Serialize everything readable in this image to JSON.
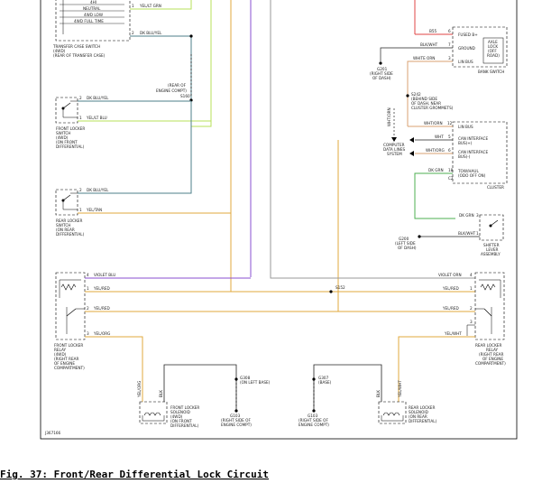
{
  "caption": "Fig. 37: Front/Rear Differential Lock Circuit",
  "ref_code": "J367166",
  "colors": {
    "yel_grn": "#b7e05a",
    "dkblu_yel": "#4e7f8a",
    "violet_blu": "#8a4fd0",
    "yel_red": "#e2a93c",
    "dkgrn": "#4caf50",
    "red": "#e04444",
    "wht_org": "#d8a070",
    "blk": "#222222",
    "gray": "#9a9a9a"
  },
  "texts": {
    "sw_2wd_4hi": "4HI",
    "sw_neutral": "NEUTRAL",
    "sw_4wd_low": "4WD LOW",
    "sw_4wd_full": "4WD FULL TIME",
    "tc_switch": "TRANSFER CASE SWITCH",
    "tc_4wd": "(4WD)",
    "tc_rear": "(REAR OF TRANSFER CASE)",
    "pin1_tc": "1",
    "w_yelgrn": "YEL/LT GRN",
    "pin2_tc": "2",
    "w_dkbluyel": "DK BLU/YEL",
    "rear_eng": "(REAR OF",
    "rear_eng2": "ENGINE COMPT)",
    "s_code": "S160",
    "fl_pin2": "2",
    "fl_w_dkblu": "DK BLU/YEL",
    "fl_pin1": "1",
    "fl_w_yelblu": "YEL/LT BLU",
    "fl_1": "FRONT LOCKER",
    "fl_2": "SWITCH",
    "fl_3": "(4WD)",
    "fl_4": "(ON FRONT",
    "fl_5": "DIFFERENTIAL)",
    "rl_pin2": "2",
    "rl_w_dkblu": "DK BLU/YEL",
    "rl_pin1": "1",
    "rl_w_yeltan": "YEL/TAN",
    "rl_1": "REAR LOCKER",
    "rl_2": "SWITCH",
    "rl_3": "(ON REAR",
    "rl_4": "DIFFERENTIAL)",
    "fr_p4": "4",
    "fr_w_violet": "VIOLET BLU",
    "fr_p1": "1",
    "fr_w_yelred1": "YEL/RED",
    "fr_p2": "2",
    "fr_w_yelred2": "YEL/RED",
    "fr_p3": "3",
    "fr_w_yelorg": "YEL/ORG",
    "fr_1": "FRONT LOCKER",
    "fr_2": "RELAY",
    "fr_3": "(4WD)",
    "fr_4": "(RIGHT REAR",
    "fr_5": "OF ENGINE",
    "fr_6": "COMPARTMENT)",
    "splice": "S152",
    "rr_w_violet": "VIOLET ORN",
    "rr_p4": "4",
    "rr_w_yelred1": "YEL/RED",
    "rr_p1": "1",
    "rr_w_yelred2": "YEL/RED",
    "rr_p2": "2",
    "rr_p3": "3",
    "rr_w_yelwht": "YEL/WHT",
    "rr_1": "REAR LOCKER",
    "rr_2": "RELAY",
    "rr_3": "(RIGHT REAR",
    "rr_4": "OF ENGINE",
    "rr_5": "COMPARTMENT)",
    "fs_w_yelorg": "YEL/ORG",
    "fs_w_blk": "BLK",
    "fs_1": "FRONT LOCKER",
    "fs_2": "SOLENOID",
    "fs_3": "(4WD)",
    "fs_4": "(ON FRONT",
    "fs_5": "DIFFERENTIAL)",
    "g308_a": "G308",
    "g308_b": "(ON LEFT BASE)",
    "g103_a": "G103",
    "g103_b": "(RIGHT SIDE OF",
    "g103_c": "ENGINE COMPT)",
    "g307_a": "G307",
    "g307_b": "(BASE)",
    "g103r_a": "G103",
    "g103r_b": "(RIGHT SIDE OF",
    "g103r_c": "ENGINE COMPT)",
    "rs_w_blk": "BLK",
    "rs_w_yelwht": "YEL/WHT",
    "rs_1": "REAR LOCKER",
    "rs_2": "SOLENOID",
    "rs_3": "(ON REAR",
    "rs_4": "DIFFERENTIAL)",
    "bcm_w_b55": "B55",
    "bcm_p6": "6",
    "bcm_fused": "FUSED B+",
    "bcm_w_blkwht": "BLK/WHT",
    "bcm_p7": "7",
    "bcm_ground": "GROUND",
    "bcm_w_whtorn": "WHITE ORN",
    "bcm_p3": "3",
    "bcm_linbus": "LIN BUS",
    "axle_1": "AXLE",
    "axle_2": "LOCK",
    "axle_3": "(OFF",
    "axle_4": "ROAD)",
    "bcm_name": "BANK SWITCH",
    "g201_a": "G201",
    "g201_b": "(RIGHT SIDE",
    "g201_c": "OF DASH)",
    "s242_a": "S242",
    "s242_b": "(BEHIND SIDE",
    "s242_c": "OF DASH, NEAR",
    "s242_d": "CLUSTER GROMMETS)",
    "s242_vert": "WHT/ORN",
    "cl_w_whtorn": "WHT/ORN",
    "cl_p12": "12",
    "cl_linbus": "LIN BUS",
    "cl_w_wht": "WHT",
    "cl_p5": "5",
    "cl_canplus": "CAN INTERFACE",
    "cl_canplus2": "BUS(+)",
    "cl_w_whtorg": "WHT/ORG",
    "cl_p6": "6",
    "cl_canminus": "CAN INTERFACE",
    "cl_canminus2": "BUS(-)",
    "cl_w_dkgrn": "DK GRN",
    "cl_c2": "C2",
    "cl_p18": "18",
    "cl_towhaul": "TOW/HAUL",
    "cl_towhaul2": "(ODO OFF ON)",
    "cl_name": "CLUSTER",
    "cdl_1": "COMPUTER",
    "cdl_2": "DATA LINES",
    "cdl_3": "SYSTEM",
    "sh_w_dkgrn": "DK GRN",
    "sh_p3": "3",
    "sh_w_blkwht": "BLK/WHT",
    "sh_p1": "1",
    "g200_a": "G200",
    "g200_b": "(LEFT SIDE",
    "g200_c": "OF DASH)",
    "sh_1": "SHIFTER",
    "sh_2": "LEVER",
    "sh_3": "ASSEMBLY"
  }
}
